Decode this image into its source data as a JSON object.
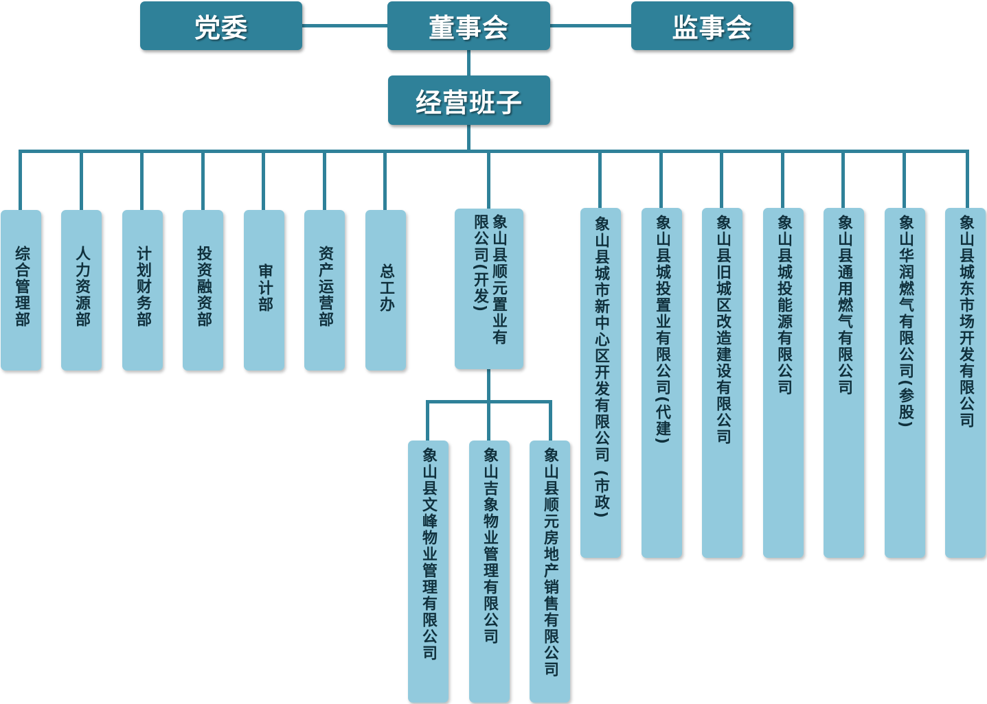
{
  "top": {
    "party": "党委",
    "board": "董事会",
    "supervisors": "监事会",
    "management": "经营班子"
  },
  "departments": [
    "综合管理部",
    "人力资源部",
    "计划财务部",
    "投资融资部",
    "审计部",
    "资产运营部",
    "总工办"
  ],
  "shunyuan": "象山县顺元置业有限公司(开发)",
  "shunyuan_subsidiaries": [
    "象山县文峰物业管理有限公司",
    "象山吉象物业管理有限公司",
    "象山县顺元房地产销售有限公司"
  ],
  "companies": [
    "象山县城市新中心区开发有限公司 (市政)",
    "象山县城投置业有限公司(代建)",
    "象山县旧城区改造建设有限公司",
    "象山县城投能源有限公司",
    "象山县通用燃气有限公司",
    "象山华润燃气有限公司(参股)",
    "象山县城东市场开发有限公司"
  ],
  "colors": {
    "dark_box": "#2f8199",
    "light_box": "#92cadd",
    "line": "#2f8199"
  }
}
